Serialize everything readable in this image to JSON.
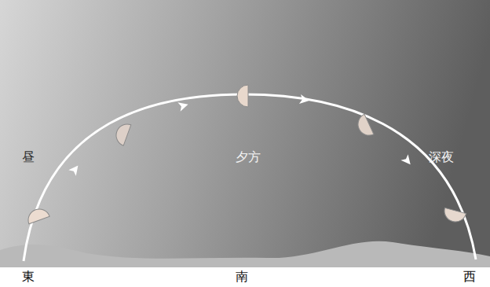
{
  "diagram": {
    "labels": [
      "昼",
      "夕方",
      "深夜",
      "東",
      "南",
      "西"
    ]
  }
}
